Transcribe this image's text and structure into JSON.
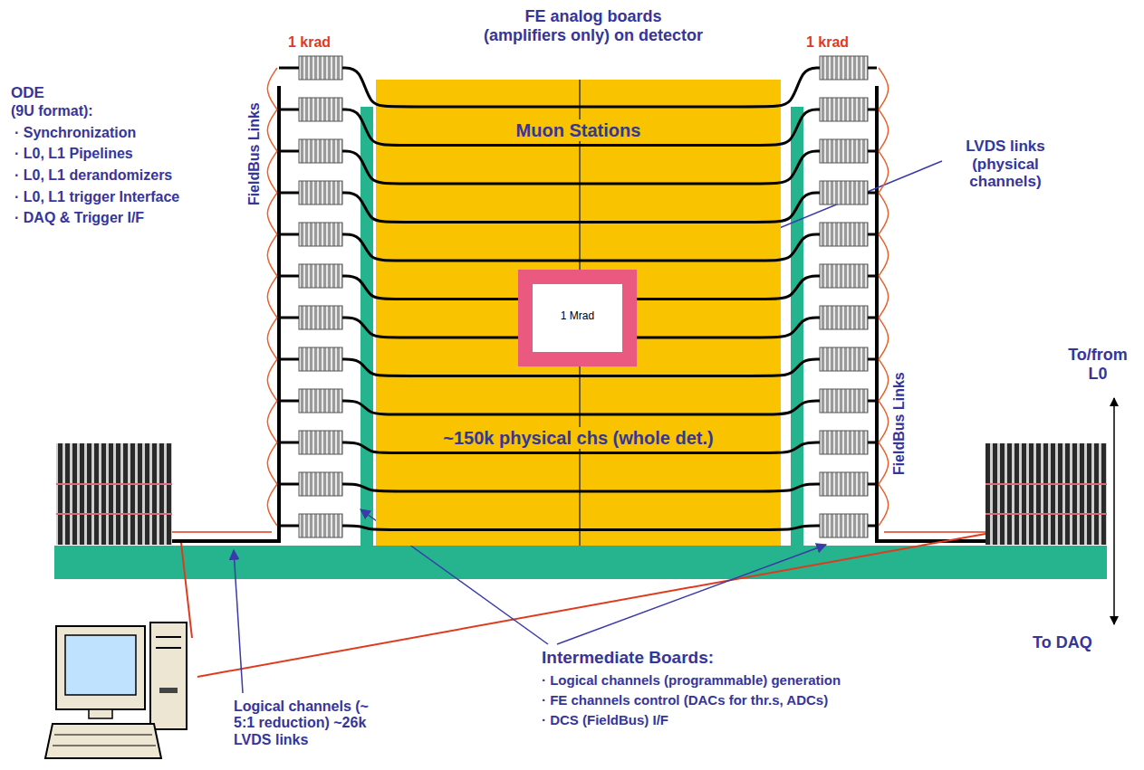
{
  "diagram": {
    "nodes": [
      {
        "text": [
          "Muon Stations",
          "~150k physical chs (whole det.)"
        ]
      },
      {
        "text": [
          "1 Mrad"
        ],
        "in": 0
      }
    ],
    "labels": [
      "FE analog boards (amplifiers only) on detector",
      "1 krad",
      "1 krad",
      "FieldBus Links",
      "FieldBus Links",
      "LVDS links (physical channels)",
      "ODE",
      "(9U format):",
      "· Synchronization",
      "· L0, L1 Pipelines",
      "· L0, L1 derandomizers",
      "· L0, L1 trigger Interface",
      "· DAQ & Trigger I/F",
      "To/from L0",
      "To DAQ",
      "Intermediate Boards:",
      "· Logical channels (programmable) generation",
      "· FE channels control (DACs for thr.s, ADCs)",
      "· DCS (FieldBus) I/F",
      "Logical channels (~ 5:1 reduction) ~26k LVDS links"
    ]
  }
}
